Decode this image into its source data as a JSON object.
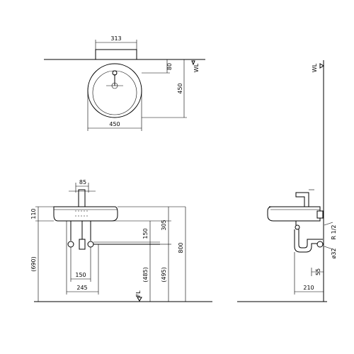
{
  "top_view": {
    "dim_width_top": "313",
    "dim_hole_offset": "80",
    "dim_depth": "450",
    "dim_width": "450",
    "wall_label": "WL"
  },
  "front_view": {
    "dim_spout": "85",
    "dim_rim": "110",
    "dim_overall_left": "(690)",
    "dim_150_vertical": "150",
    "dim_305": "305",
    "dim_485": "(485)",
    "dim_495": "(495)",
    "dim_800": "800",
    "dim_150_horizontal": "150",
    "dim_245": "245",
    "floor_label": "FL"
  },
  "side_view": {
    "wall_label": "WL",
    "pipe_thread": "R 1/2",
    "pipe_dia": "ø32",
    "dim_55": "55",
    "dim_210": "210"
  }
}
